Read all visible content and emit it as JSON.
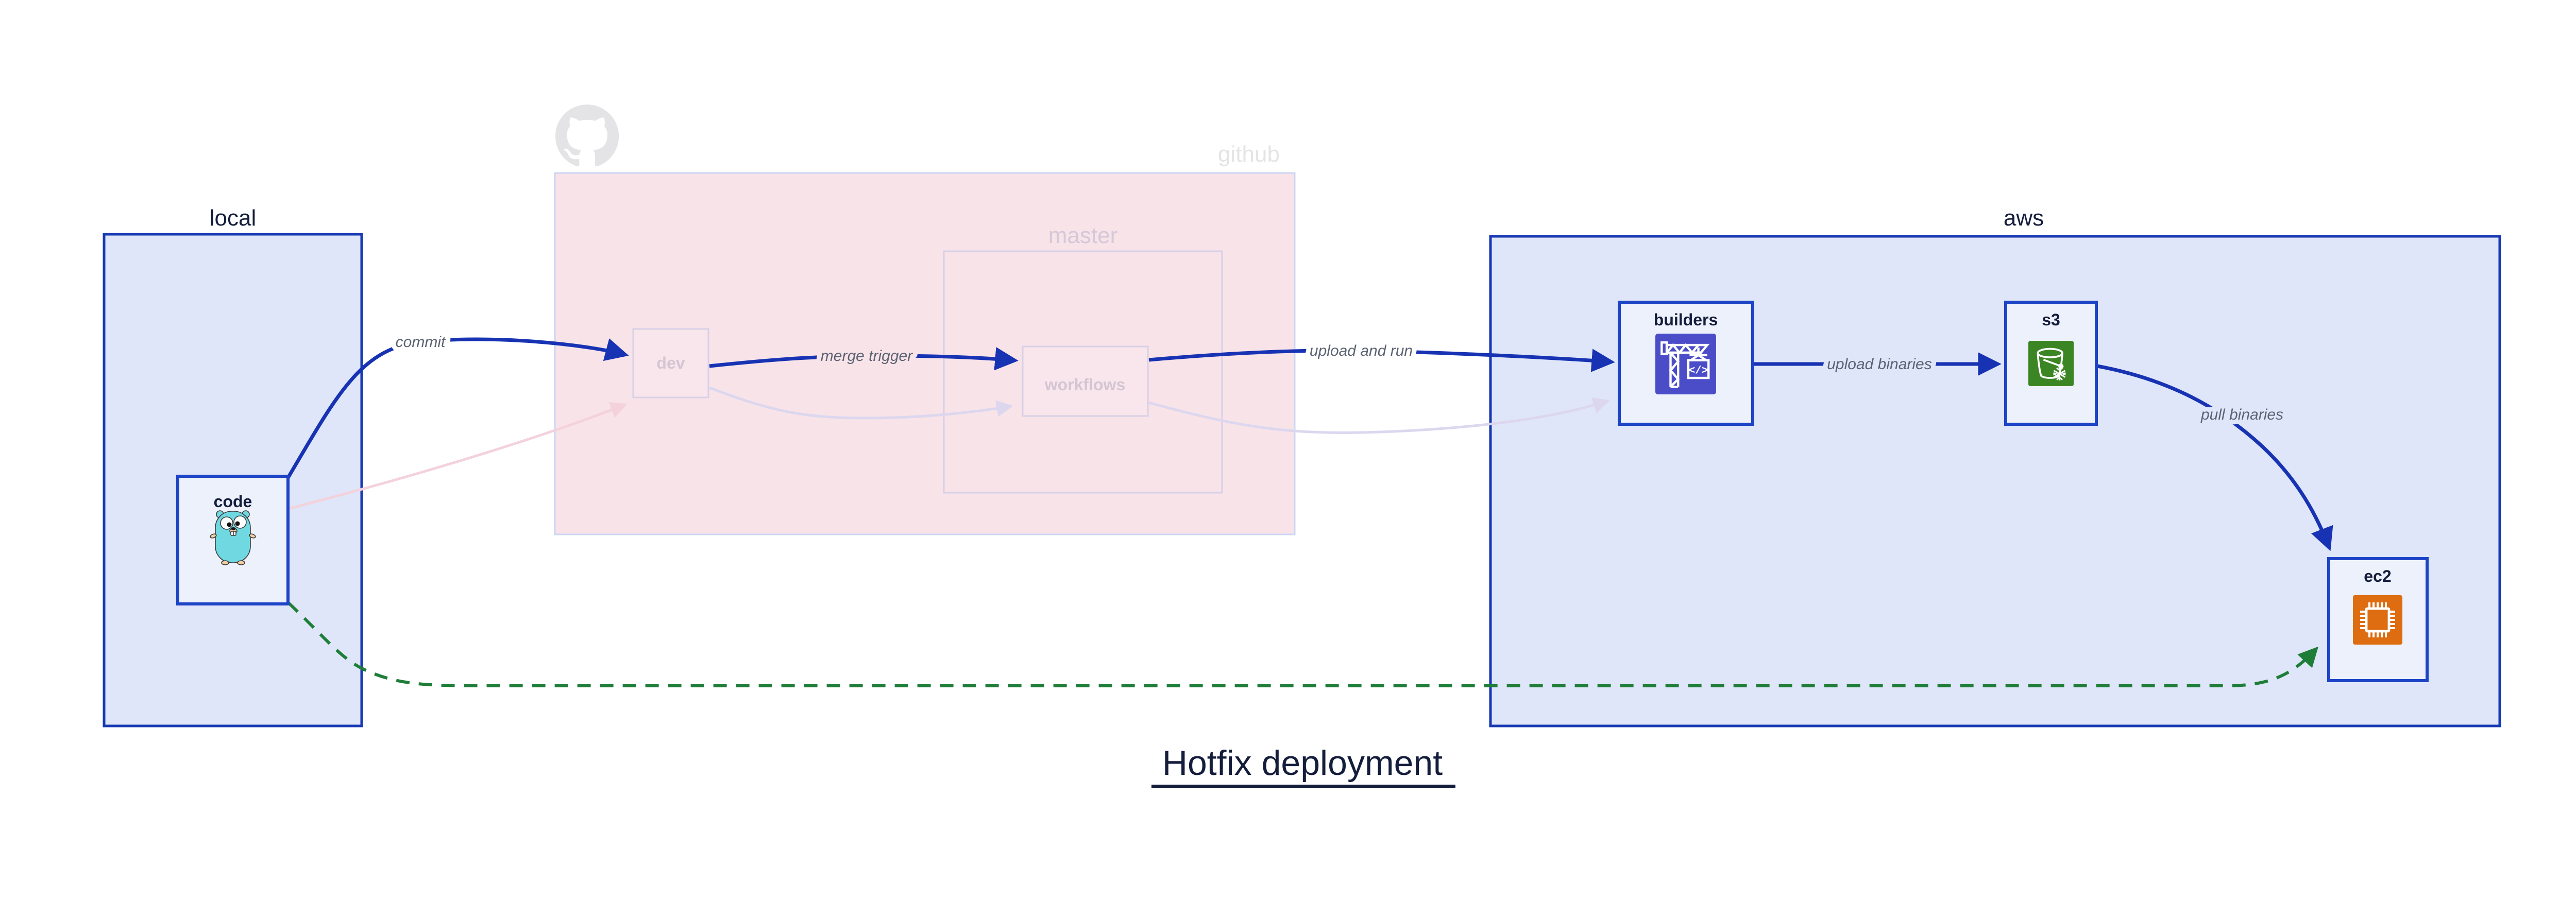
{
  "diagram_title": "Hotfix deployment",
  "containers": {
    "local": {
      "label": "local"
    },
    "github": {
      "label": "github"
    },
    "master": {
      "label": "master"
    },
    "aws": {
      "label": "aws"
    }
  },
  "nodes": {
    "code": {
      "label": "code",
      "icon": "go-gopher-icon"
    },
    "dev": {
      "label": "dev",
      "state": "faded"
    },
    "workflows": {
      "label": "workflows",
      "state": "faded"
    },
    "builders": {
      "label": "builders",
      "icon": "codebuild-crane-icon"
    },
    "s3": {
      "label": "s3",
      "icon": "s3-bucket-icon"
    },
    "ec2": {
      "label": "ec2",
      "icon": "ec2-chip-icon"
    }
  },
  "edges": {
    "commit": {
      "label": "commit",
      "from": "code",
      "to": "dev",
      "style": "solid-blue"
    },
    "merge_trigger": {
      "label": "merge trigger",
      "from": "dev",
      "to": "workflows",
      "style": "solid-blue"
    },
    "upload_and_run": {
      "label": "upload and run",
      "from": "workflows",
      "to": "builders",
      "style": "solid-blue"
    },
    "upload_binaries": {
      "label": "upload binaries",
      "from": "builders",
      "to": "s3",
      "style": "solid-blue"
    },
    "pull_binaries": {
      "label": "pull binaries",
      "from": "s3",
      "to": "ec2",
      "style": "solid-blue"
    },
    "hotfix_path": {
      "from": "code",
      "to": "ec2",
      "style": "dashed-green"
    },
    "faded_commit": {
      "from": "code",
      "to": "dev",
      "style": "faded-pink"
    },
    "faded_merge": {
      "from": "dev",
      "to": "workflows",
      "style": "faded-lavender"
    },
    "faded_upload_run": {
      "from": "workflows",
      "to": "builders",
      "style": "faded-lavender"
    }
  },
  "icons": {
    "github_logo": "github-octocat-icon",
    "code_icon": "go-gopher-icon",
    "builders_icon": "codebuild-crane-icon",
    "s3_icon": "s3-bucket-icon",
    "ec2_icon": "ec2-chip-icon"
  },
  "colors": {
    "accent_blue": "#1733b3",
    "container_border": "#1839b4",
    "container_fill": "#dfe6f9",
    "node_border": "#1d44c6",
    "node_fill": "#edf1fb",
    "github_region_fill": "#f8e3e9",
    "github_region_border": "#ccd6f2",
    "faded_box_border": "#d8d0e6",
    "faded_label": "#d5c5d3",
    "github_gray": "#e4e4e6",
    "edge_label_gray": "#5b6372",
    "hotfix_green": "#1e7e38",
    "faded_pink_edge": "#f3d2dc",
    "faded_lavender_edge": "#dcd7ee",
    "builders_icon_bg": "#4b4dc8",
    "s3_icon_bg": "#3c8525",
    "ec2_icon_bg": "#de6d12",
    "gopher_teal": "#70d8e0",
    "dark_text": "#141d3c"
  }
}
